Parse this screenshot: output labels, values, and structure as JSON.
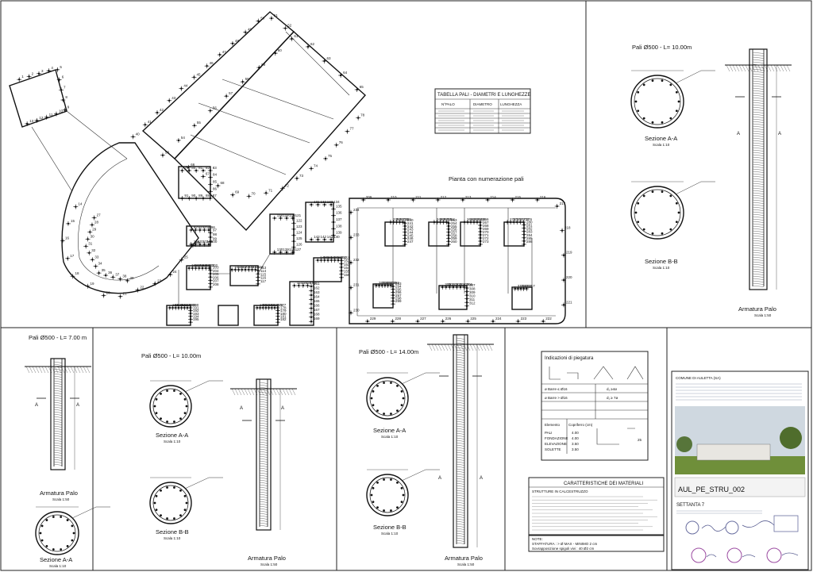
{
  "plan": {
    "title": "Pianta con numerazione pali"
  },
  "table": {
    "title": "TABELLA PALI - DIAMETRI E LUNGHEZZE",
    "headers": [
      "N°PALO",
      "DIAMETRO",
      "LUNGHEZZA"
    ]
  },
  "views": {
    "p10_top": {
      "title": "Pali Ø500 - L= 10.00m",
      "section_a": "Sezione A-A",
      "section_b": "Sezione B-B",
      "scale": "Scala 1:10",
      "armatura": "Armatura Palo",
      "armatura_scale": "Scala 1:50",
      "marker": "A"
    },
    "p7": {
      "title": "Pali Ø500 - L= 7.00 m",
      "armatura": "Armatura Palo",
      "armatura_scale": "Scala 1:50",
      "section_a": "Sezione A-A",
      "scale": "Scala 1:10",
      "marker": "A"
    },
    "p10_bot": {
      "title": "Pali Ø500 - L= 10.00m",
      "section_a": "Sezione A-A",
      "section_b": "Sezione B-B",
      "scale": "Scala 1:10",
      "armatura": "Armatura Palo",
      "armatura_scale": "Scala 1:50",
      "marker": "A"
    },
    "p14": {
      "title": "Pali Ø500 - L= 14.00m",
      "section_a": "Sezione A-A",
      "section_b": "Sezione B-B",
      "scale": "Scala 1:10",
      "armatura": "Armatura Palo",
      "armatura_scale": "Scala 1:50",
      "marker": "A"
    }
  },
  "bending": {
    "title": "Indicazioni di piegatura",
    "rows": [
      "ø Barre ≤ Ø16",
      "ø Barre > Ø16"
    ],
    "values": [
      "d₁ ≥4ø",
      "d₁ ≥ 7ø"
    ],
    "elements_header": [
      "Elemento",
      "Copriferro (cm)"
    ],
    "elements": [
      [
        "PALI",
        "4.00"
      ],
      [
        "FONDAZIONE",
        "4.00"
      ],
      [
        "ELEVAZIONE",
        "3.50"
      ],
      [
        "SOLETTE",
        "3.50"
      ]
    ],
    "value_25": "25"
  },
  "materials": {
    "title": "CARATTERISTICHE DEI MATERIALI",
    "subtitle": "STRUTTURE IN CALCESTRUZZO",
    "note_title": "NOTE:",
    "note_lines": [
      "STAFFATURA : > Ø MAX - MINIMO 2 cm",
      "Sovrapposizione spigoli vivi : 40 Ø2 cm"
    ]
  },
  "titleblock": {
    "comune": "COMUNE DI AULETTA (SA)",
    "code": "AUL_PE_STRU_002",
    "tavola": "SETTANTA 7"
  },
  "pile_numbers": [
    "1",
    "2",
    "3",
    "4",
    "5",
    "6",
    "7",
    "8",
    "9",
    "10",
    "11",
    "12",
    "13",
    "14",
    "15",
    "16",
    "17",
    "18",
    "19",
    "20",
    "21",
    "22",
    "23",
    "24",
    "25",
    "26",
    "27",
    "28",
    "29",
    "30",
    "31",
    "32",
    "33",
    "34",
    "35",
    "36",
    "37",
    "38",
    "39",
    "40",
    "41",
    "42",
    "43",
    "44",
    "45",
    "46",
    "47",
    "48",
    "49",
    "50",
    "51",
    "52",
    "53",
    "54",
    "55",
    "56",
    "57",
    "58",
    "59",
    "60",
    "61",
    "62",
    "63",
    "64",
    "65",
    "66",
    "67",
    "68",
    "69",
    "70",
    "71",
    "72",
    "73",
    "74",
    "75",
    "76",
    "77",
    "78",
    "79",
    "80",
    "81",
    "82",
    "83",
    "84",
    "85",
    "86",
    "87",
    "88",
    "89",
    "90",
    "91",
    "92",
    "93",
    "94",
    "95",
    "96",
    "97",
    "98",
    "99",
    "100",
    "101",
    "102",
    "103",
    "104",
    "105",
    "106",
    "107",
    "108",
    "109",
    "110",
    "111",
    "112",
    "113",
    "114",
    "115",
    "116",
    "117",
    "118",
    "119",
    "120",
    "121",
    "122",
    "123",
    "124",
    "125",
    "126",
    "127",
    "128",
    "129",
    "130",
    "131",
    "132",
    "133",
    "134",
    "135",
    "136",
    "137",
    "138",
    "139",
    "140",
    "141",
    "142",
    "143",
    "144",
    "145",
    "146",
    "147",
    "148",
    "149",
    "150",
    "151",
    "152",
    "153",
    "154",
    "155",
    "156",
    "157",
    "158",
    "159",
    "160",
    "161",
    "162",
    "163",
    "164",
    "165",
    "166",
    "167",
    "168",
    "169",
    "170",
    "171",
    "172",
    "173",
    "174",
    "175",
    "176",
    "177",
    "178",
    "179",
    "180",
    "181",
    "182",
    "183",
    "184",
    "185",
    "186",
    "187",
    "188",
    "189",
    "190",
    "191",
    "192",
    "193",
    "194",
    "195",
    "196",
    "197",
    "198",
    "199",
    "200",
    "201",
    "202",
    "203",
    "204",
    "205",
    "206",
    "207",
    "208",
    "209",
    "210",
    "211",
    "212",
    "213",
    "214",
    "215",
    "216",
    "217",
    "218",
    "219",
    "220",
    "221",
    "222",
    "223",
    "224",
    "225",
    "226",
    "227",
    "228",
    "229",
    "230",
    "231",
    "232",
    "233",
    "234",
    "235",
    "236",
    "237",
    "238",
    "239",
    "240",
    "241",
    "242",
    "243",
    "244",
    "245",
    "246",
    "247",
    "248",
    "249",
    "250",
    "251",
    "252",
    "253",
    "254",
    "255",
    "256",
    "257",
    "258",
    "259",
    "260",
    "261",
    "262",
    "263",
    "264",
    "265",
    "266",
    "267",
    "268",
    "269",
    "270",
    "271",
    "272",
    "273",
    "274",
    "275",
    "276",
    "277",
    "278",
    "279",
    "280",
    "281",
    "282",
    "283",
    "284",
    "285",
    "286",
    "287",
    "288",
    "289",
    "290",
    "291",
    "292",
    "293",
    "294",
    "295",
    "296",
    "297",
    "298",
    "299",
    "300",
    "301",
    "302",
    "303",
    "304",
    "305",
    "306",
    "307",
    "308",
    "309",
    "310",
    "311",
    "312",
    "313",
    "314",
    "315",
    "316",
    "317"
  ],
  "colors": {
    "line": "#222222",
    "soil": "#555555",
    "render_sky": "#cfd8e0",
    "render_grass": "#6f8f3a"
  }
}
